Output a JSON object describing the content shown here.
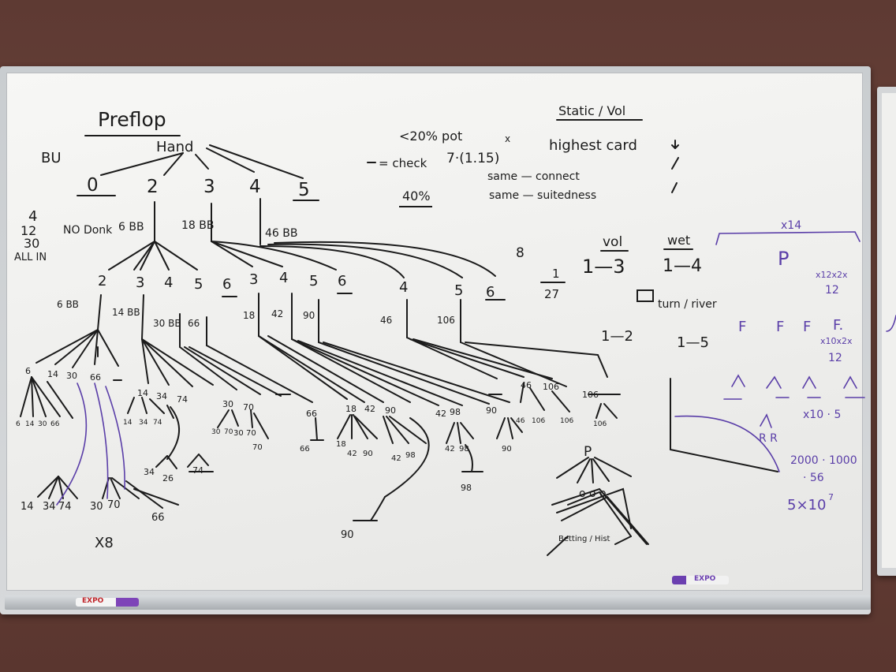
{
  "left_section": {
    "title": "Preflop",
    "position": "BU",
    "root": "Hand",
    "top_branches": [
      "0",
      "2",
      "3",
      "4",
      "5"
    ],
    "raise_sizes": [
      "4",
      "12",
      "30",
      "ALL IN"
    ],
    "no_donk": "NO Donk",
    "branch_bb": [
      "6 BB",
      "18 BB",
      "46 BB"
    ],
    "second_level": [
      "2",
      "3",
      "4",
      "5",
      "6",
      "3",
      "4",
      "5",
      "6",
      "4",
      "5",
      "6"
    ],
    "second_bb": [
      "6 BB",
      "14 BB",
      "30 BB",
      "66",
      "18",
      "42",
      "90",
      "46",
      "106"
    ],
    "leaf_rows": {
      "row1": [
        "6",
        "14",
        "30",
        "66",
        "14",
        "34",
        "74",
        "30",
        "70",
        "66",
        "18",
        "42",
        "90",
        "42",
        "98",
        "90",
        "46",
        "106",
        "106"
      ],
      "row2": [
        "6",
        "14",
        "30",
        "66",
        "14",
        "34",
        "74",
        "30",
        "70",
        "46",
        "106",
        "106",
        "106"
      ],
      "row3": [
        "30",
        "70",
        "70",
        "66",
        "18",
        "42",
        "90",
        "42",
        "98",
        "42",
        "98",
        "90"
      ],
      "row4": [
        "34",
        "26",
        "74",
        "98"
      ],
      "row5": [
        "14",
        "34",
        "74",
        "30",
        "70",
        "66",
        "90"
      ],
      "bottom_note": "X8"
    }
  },
  "middle_section": {
    "pot_note": "<20% pot",
    "check_label": "= check",
    "formula": "7·(1.15)",
    "formula_exp": "x",
    "percent": "40%",
    "same_connect": "same — connect",
    "same_suit": "same — suitedness",
    "highest_card": "highest card",
    "stats_header": "Static / Vol",
    "eight": "8",
    "fraction_num": "1",
    "fraction_den": "27",
    "vol_header": "vol",
    "vol_range": "1—3",
    "wet_header": "wet",
    "wet_range": "1—4",
    "turn_river": "turn / river",
    "range_a": "1—2",
    "range_b": "1—5",
    "tree_root": "P",
    "tree_nodes": "o o o",
    "tree_label": "Betting / Hist"
  },
  "right_section": {
    "multiplier_top": "x14",
    "p_label": "P",
    "p_note": "x12x2x",
    "p_note2": "12",
    "f_labels": [
      "F",
      "F",
      "F",
      "F."
    ],
    "f_note": "x10x2x",
    "f_note2": "12",
    "mult_note": "x10 · 5",
    "rr_label": "R R",
    "calc_line1": "2000 · 1000",
    "calc_line2": "· 56",
    "result_base": "5×10",
    "result_exp": "7"
  },
  "markers": [
    "EXPO",
    "EXPO"
  ],
  "colors": {
    "ink": "#1b1b1b",
    "purple": "#5a3ea8",
    "wall": "#623c34",
    "board": "#f2f2f0"
  }
}
